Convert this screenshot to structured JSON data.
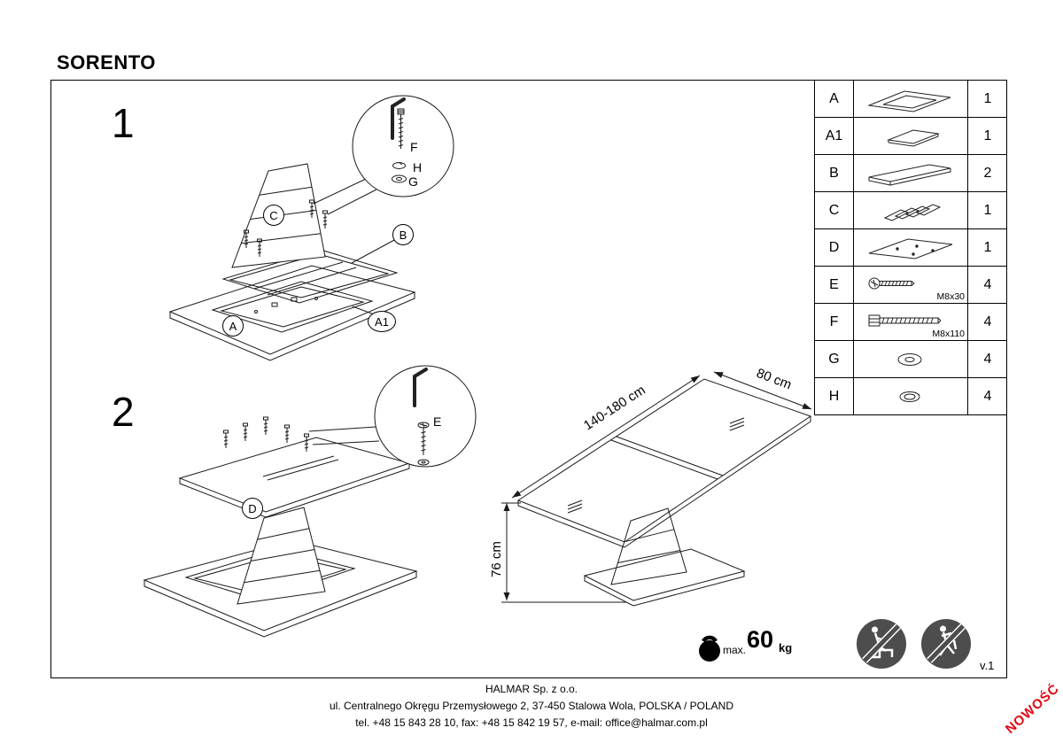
{
  "title": "SORENTO",
  "version": "v.1",
  "badge": "NOWOŚĆ",
  "steps": {
    "step1": "1",
    "step2": "2"
  },
  "labels": {
    "a": "A",
    "a1": "A1",
    "b": "B",
    "c": "C",
    "d": "D",
    "e": "E",
    "f": "F",
    "g": "G",
    "h": "H"
  },
  "parts": [
    {
      "id": "A",
      "qty": "1",
      "icon": "base-assembly"
    },
    {
      "id": "A1",
      "qty": "1",
      "icon": "slide-plate"
    },
    {
      "id": "B",
      "qty": "2",
      "icon": "rail"
    },
    {
      "id": "C",
      "qty": "1",
      "icon": "column-segments"
    },
    {
      "id": "D",
      "qty": "1",
      "icon": "table-top"
    },
    {
      "id": "E",
      "qty": "4",
      "spec": "M8x30",
      "icon": "bolt-countersunk"
    },
    {
      "id": "F",
      "qty": "4",
      "spec": "M8x110",
      "icon": "bolt-long"
    },
    {
      "id": "G",
      "qty": "4",
      "icon": "washer"
    },
    {
      "id": "H",
      "qty": "4",
      "icon": "spring-washer"
    }
  ],
  "dimensions": {
    "length": "140-180 cm",
    "width": "80 cm",
    "height": "76 cm"
  },
  "weight": {
    "prefix": "max.",
    "value": "60",
    "unit": "kg"
  },
  "footer": {
    "company": "HALMAR Sp. z o.o.",
    "address": "ul. Centralnego Okręgu Przemysłowego 2, 37-450 Stalowa Wola, POLSKA / POLAND",
    "contact": "tel. +48 15 843 28 10, fax: +48 15 842 19 57, e-mail: office@halmar.com.pl"
  }
}
